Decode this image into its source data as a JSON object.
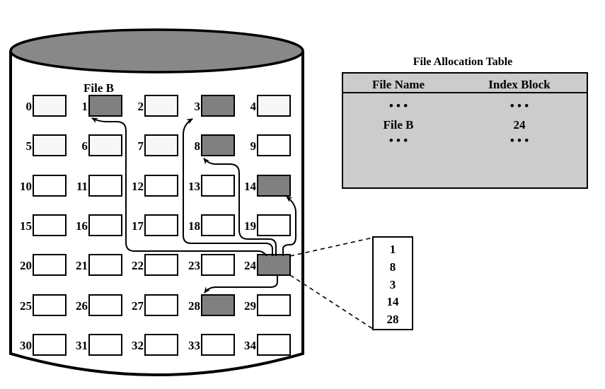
{
  "disk": {
    "file_label": "File B",
    "blocks": [
      {
        "n": "0",
        "used": false
      },
      {
        "n": "1",
        "used": true
      },
      {
        "n": "2",
        "used": false
      },
      {
        "n": "3",
        "used": true
      },
      {
        "n": "4",
        "used": false
      },
      {
        "n": "5",
        "used": false
      },
      {
        "n": "6",
        "used": false
      },
      {
        "n": "7",
        "used": false
      },
      {
        "n": "8",
        "used": true
      },
      {
        "n": "9",
        "used": false
      },
      {
        "n": "10",
        "used": false
      },
      {
        "n": "11",
        "used": false
      },
      {
        "n": "12",
        "used": false
      },
      {
        "n": "13",
        "used": false
      },
      {
        "n": "14",
        "used": true
      },
      {
        "n": "15",
        "used": false
      },
      {
        "n": "16",
        "used": false
      },
      {
        "n": "17",
        "used": false
      },
      {
        "n": "18",
        "used": false
      },
      {
        "n": "19",
        "used": false
      },
      {
        "n": "20",
        "used": false
      },
      {
        "n": "21",
        "used": false
      },
      {
        "n": "22",
        "used": false
      },
      {
        "n": "23",
        "used": false
      },
      {
        "n": "24",
        "used": true
      },
      {
        "n": "25",
        "used": false
      },
      {
        "n": "26",
        "used": false
      },
      {
        "n": "27",
        "used": false
      },
      {
        "n": "28",
        "used": true
      },
      {
        "n": "29",
        "used": false
      },
      {
        "n": "30",
        "used": false
      },
      {
        "n": "31",
        "used": false
      },
      {
        "n": "32",
        "used": false
      },
      {
        "n": "33",
        "used": false
      },
      {
        "n": "34",
        "used": false
      }
    ],
    "index_block": "24",
    "index_targets": [
      "1",
      "8",
      "3",
      "14",
      "28"
    ]
  },
  "index_block_contents": [
    "1",
    "8",
    "3",
    "14",
    "28"
  ],
  "fat": {
    "title": "File Allocation Table",
    "headers": [
      "File Name",
      "Index Block"
    ],
    "rows": [
      [
        "• • •",
        "• • •"
      ],
      [
        "File B",
        "24"
      ],
      [
        "• • •",
        "• • •"
      ]
    ]
  },
  "colors": {
    "used_block": "#808080",
    "free_block": "#f7f7f7",
    "disk_top": "#888888",
    "table_bg": "#cccccc"
  }
}
